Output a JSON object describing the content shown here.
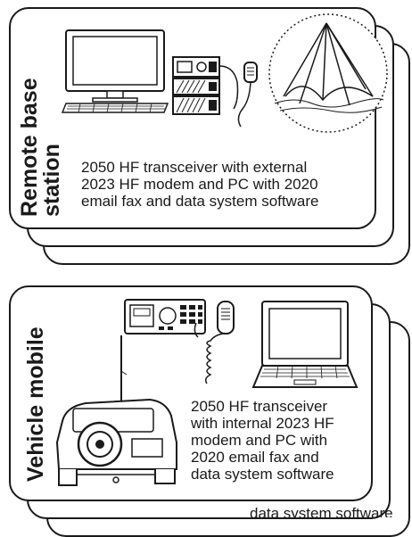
{
  "panels": {
    "remote": {
      "label_line1": "Remote base",
      "label_line2": "station",
      "description": [
        "2050 HF transceiver with external",
        "2023 HF modem and PC with 2020",
        "email fax and data system software"
      ]
    },
    "vehicle": {
      "label": "Vehicle mobile",
      "description": [
        "2050 HF transceiver",
        "with internal 2023 HF",
        "modem and PC with",
        "2020 email fax and",
        "data system software"
      ]
    }
  },
  "colors": {
    "ink": "#1a1a1a",
    "background": "#ffffff"
  }
}
